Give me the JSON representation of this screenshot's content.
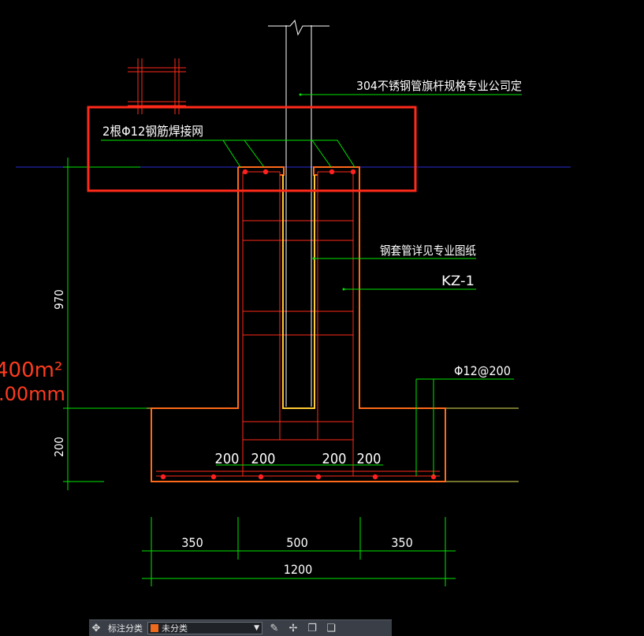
{
  "labels": {
    "pipe_spec": "304不锈钢管旗杆规格专业公司定",
    "weld_mesh": "2根Φ12钢筋焊接网",
    "steel_sleeve": "钢套管详见专业图纸",
    "column_id": "KZ-1",
    "stirrup_spec": "Φ12@200"
  },
  "dimensions": {
    "column_height": "970",
    "footing_height": "200",
    "bar_spacing": [
      "200",
      "200",
      "200",
      "200"
    ],
    "base_widths": [
      "350",
      "500",
      "350"
    ],
    "base_total": "1200"
  },
  "overlay": {
    "area_text": "400m²",
    "length_text": ".00mm"
  },
  "toolbar": {
    "category_label": "标注分类",
    "category_value": "未分类"
  },
  "colors": {
    "outline": "#ff2a1a",
    "leader": "#00e600",
    "ground": "#ffff66",
    "level": "#2b2bd6",
    "rebar_dot": "#ff2020",
    "background": "#000000"
  }
}
